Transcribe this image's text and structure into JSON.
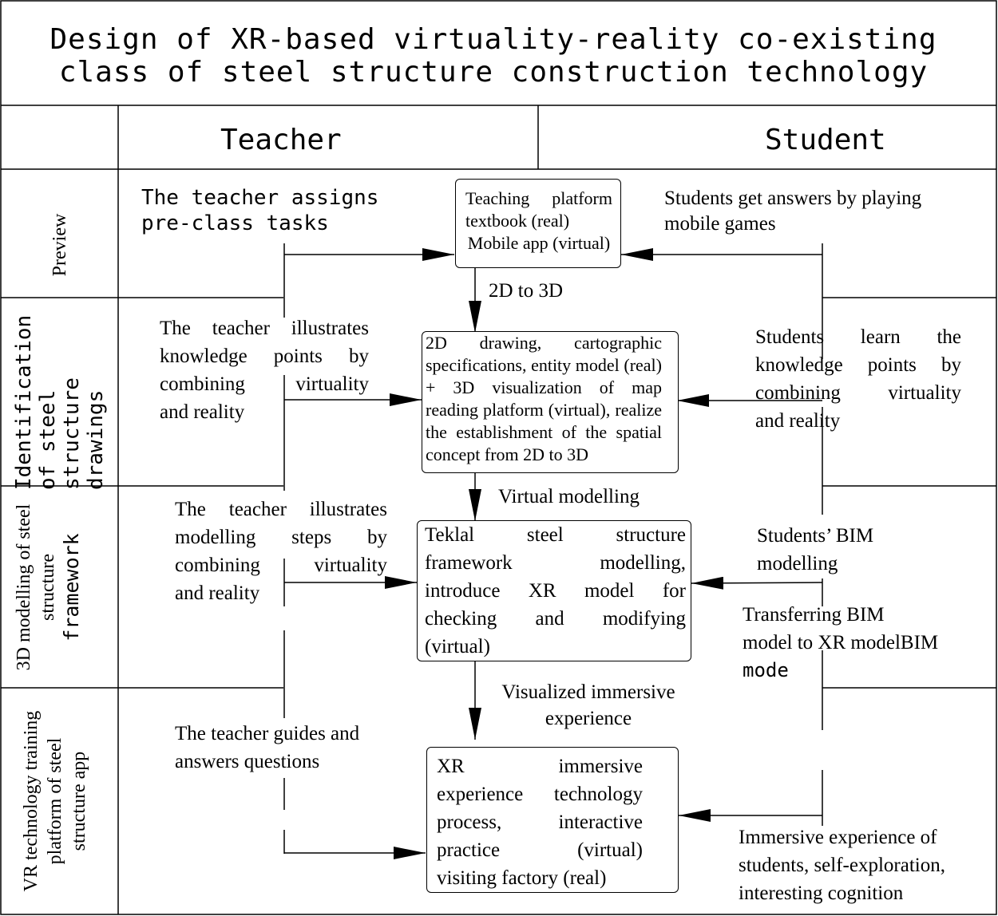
{
  "title": {
    "line1": "Design of XR-based virtuality-reality co-existing",
    "line2": "class of steel structure construction technology"
  },
  "columns": {
    "teacher": "Teacher",
    "student": "Student"
  },
  "rows": {
    "preview": "Preview",
    "identification": [
      "Identification",
      "of steel",
      "structure",
      "drawings"
    ],
    "modelling": [
      "3D modelling of steel",
      "structure",
      "framework"
    ],
    "vr": [
      "VR technology training",
      "platform of steel",
      "structure app"
    ]
  },
  "teacher": {
    "preview_lines": [
      "The teacher assigns",
      "pre-class tasks"
    ],
    "identification_lines": [
      "The teacher illustrates",
      "knowledge points by",
      "combining virtuality",
      "and reality"
    ],
    "modelling_lines": [
      "The teacher illustrates",
      "modelling steps by",
      "combining virtuality",
      "and reality"
    ],
    "vr_lines": [
      "The teacher guides and",
      "answers questions"
    ]
  },
  "student": {
    "preview_lines": [
      "Students get answers by playing",
      "mobile games"
    ],
    "identification_lines": [
      "Students learn the",
      "knowledge points by",
      "combining virtuality",
      "and reality"
    ],
    "modelling_lines": [
      "Students’ BIM",
      "modelling"
    ],
    "transfer_lines": [
      "Transferring BIM",
      "model to XR modelBIM",
      "mode"
    ],
    "vr_lines": [
      "Immersive experience of",
      "students, self-exploration,",
      "interesting cognition"
    ]
  },
  "boxes": {
    "platform_lines": [
      "Teaching platform",
      "textbook (real)",
      "Mobile app (virtual)"
    ],
    "drawing_lines": [
      "2D drawing, cartographic",
      "specifications, entity model (real)",
      "+ 3D visualization of map",
      "reading platform (virtual), realize",
      "the establishment of the spatial",
      "concept from 2D to 3D"
    ],
    "tekla_lines": [
      "Teklal steel structure",
      "framework modelling,",
      "introduce XR model for",
      "checking and modifying",
      "(virtual)"
    ],
    "xr_lines": [
      "XR immersive",
      "experience technology",
      "process, interactive",
      "practice (virtual)",
      "visiting factory (real)"
    ]
  },
  "flow_labels": {
    "to3d": "2D to 3D",
    "virtual_modelling": "Virtual modelling",
    "visualized": [
      "Visualized immersive",
      "experience"
    ]
  }
}
